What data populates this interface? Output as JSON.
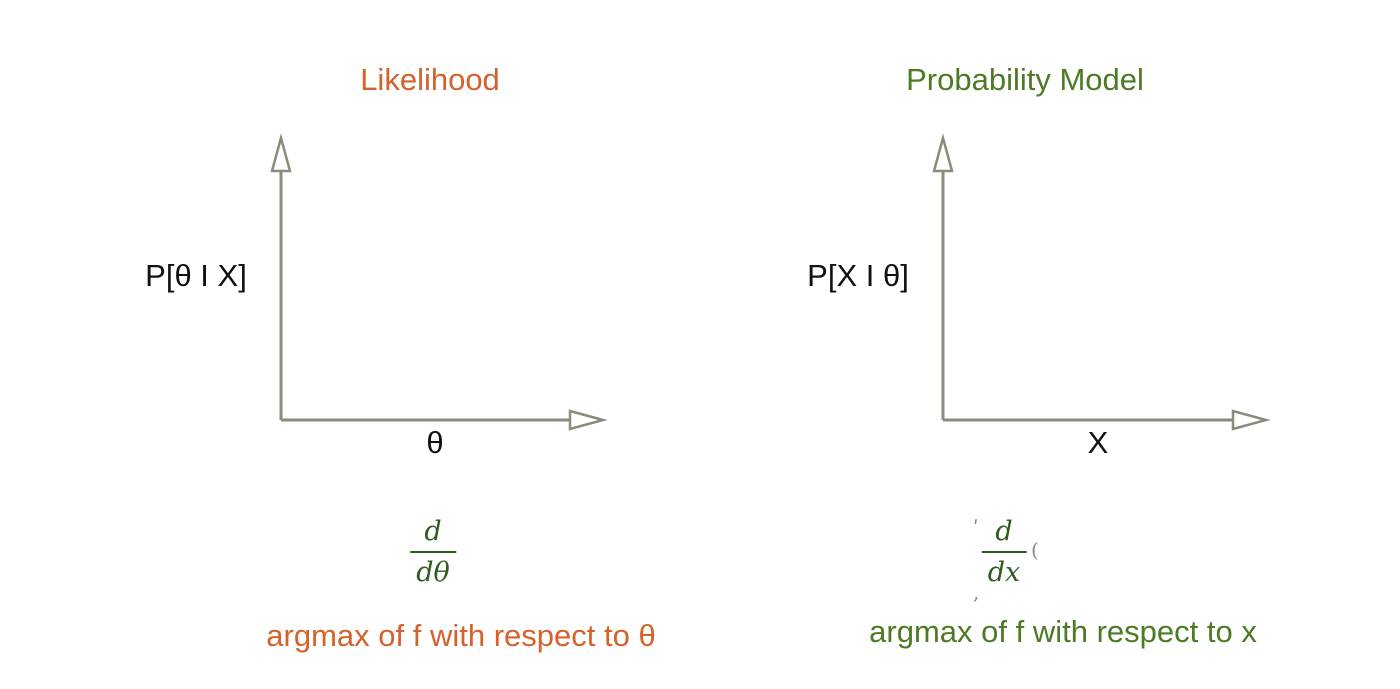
{
  "colors": {
    "likelihood": "#d4622a",
    "probability_model": "#4d7a24",
    "axis": "#8a8c7a",
    "derivative": "#2f5c1e"
  },
  "left": {
    "title": "Likelihood",
    "ylabel": "P[θ I X]",
    "xlabel": "θ",
    "derivative": {
      "numerator": "d",
      "denominator": "dθ"
    },
    "caption": "argmax of f with respect to θ"
  },
  "right": {
    "title": "Probability Model",
    "ylabel": "P[X I θ]",
    "xlabel": "X",
    "derivative": {
      "numerator": "d",
      "denominator": "dx"
    },
    "caption": "argmax of f with respect to x"
  }
}
